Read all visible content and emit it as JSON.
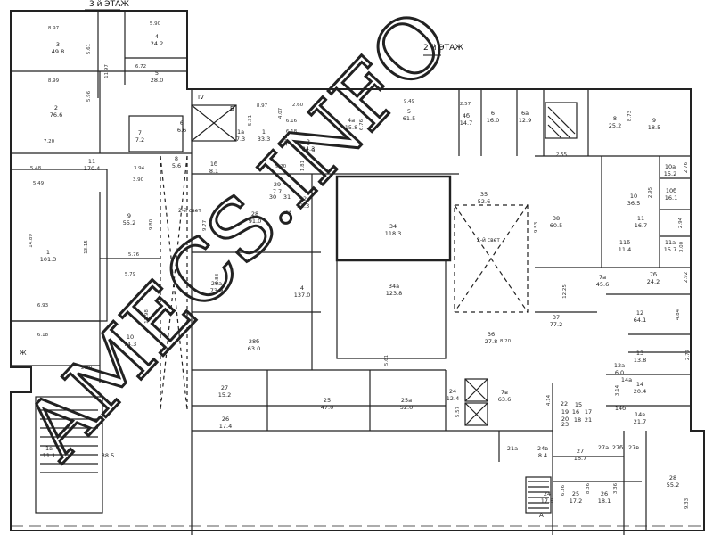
{
  "header": {
    "floor_3": "3 й  ЭТАЖ",
    "floor_2": "2 й  ЭТАЖ"
  },
  "watermark": {
    "text": "AMECS.INFO"
  },
  "markers": [
    "IV",
    "Б",
    "Ж",
    "А"
  ],
  "rooms": [
    {
      "num": "3",
      "area": "49.8"
    },
    {
      "num": "4",
      "area": "24.2"
    },
    {
      "num": "5",
      "area": "28.0"
    },
    {
      "num": "2",
      "area": "76.6"
    },
    {
      "num": "6",
      "area": "6.6"
    },
    {
      "num": "7",
      "area": "7.2"
    },
    {
      "num": "1а",
      "area": "7.3"
    },
    {
      "num": "1",
      "area": "33.3"
    },
    {
      "num": "2",
      "area": "24.3"
    },
    {
      "num": "3",
      "area": "14.9"
    },
    {
      "num": "4а",
      "area": "15.8"
    },
    {
      "num": "5",
      "area": "61.5"
    },
    {
      "num": "4б",
      "area": "14.7"
    },
    {
      "num": "6",
      "area": "16.0"
    },
    {
      "num": "6а",
      "area": "12.9"
    },
    {
      "num": "8",
      "area": "25.2"
    },
    {
      "num": "9",
      "area": "18.5"
    },
    {
      "num": "11",
      "area": "170.4"
    },
    {
      "num": "8",
      "area": "5.6"
    },
    {
      "num": "1б",
      "area": "8.1"
    },
    {
      "num": "29",
      "area": "7.7"
    },
    {
      "num": "30",
      "area": ""
    },
    {
      "num": "31",
      "area": ""
    },
    {
      "num": "32",
      "area": "11.3"
    },
    {
      "num": "33",
      "area": ""
    },
    {
      "num": "10а",
      "area": "15.2"
    },
    {
      "num": "10б",
      "area": "16.1"
    },
    {
      "num": "1",
      "area": "101.3"
    },
    {
      "num": "9",
      "area": "55.2"
    },
    {
      "num": "28",
      "area": "91.0"
    },
    {
      "num": "34",
      "area": "118.3"
    },
    {
      "num": "35",
      "area": "52.6"
    },
    {
      "num": "38",
      "area": "60.5"
    },
    {
      "num": "10",
      "area": "36.5"
    },
    {
      "num": "11",
      "area": "16.7"
    },
    {
      "num": "11б",
      "area": "11.4"
    },
    {
      "num": "11а",
      "area": "15.7"
    },
    {
      "num": "7б",
      "area": "24.2"
    },
    {
      "num": "7а",
      "area": "45.6"
    },
    {
      "num": "28а",
      "area": "73.9"
    },
    {
      "num": "4",
      "area": "137.0"
    },
    {
      "num": "34а",
      "area": "123.8"
    },
    {
      "num": "37",
      "area": "77.2"
    },
    {
      "num": "12",
      "area": "64.1"
    },
    {
      "num": "10",
      "area": "74.3"
    },
    {
      "num": "28б",
      "area": "63.0"
    },
    {
      "num": "36",
      "area": "27.8"
    },
    {
      "num": "13",
      "area": "13.8"
    },
    {
      "num": "12а",
      "area": "6.0"
    },
    {
      "num": "27",
      "area": "15.2"
    },
    {
      "num": "25",
      "area": "47.0"
    },
    {
      "num": "25а",
      "area": "52.0"
    },
    {
      "num": "24",
      "area": "12.4"
    },
    {
      "num": "7в",
      "area": "63.6"
    },
    {
      "num": "14",
      "area": "20.4"
    },
    {
      "num": "14а",
      "area": ""
    },
    {
      "num": "14б",
      "area": ""
    },
    {
      "num": "14в",
      "area": "21.7"
    },
    {
      "num": "22",
      "area": ""
    },
    {
      "num": "15",
      "area": ""
    },
    {
      "num": "16",
      "area": ""
    },
    {
      "num": "17",
      "area": ""
    },
    {
      "num": "18",
      "area": ""
    },
    {
      "num": "19",
      "area": ""
    },
    {
      "num": "20",
      "area": ""
    },
    {
      "num": "21",
      "area": ""
    },
    {
      "num": "23",
      "area": ""
    },
    {
      "num": "26",
      "area": "17.4"
    },
    {
      "num": "1в",
      "area": "11.1"
    },
    {
      "num": "",
      "area": "38.5"
    },
    {
      "num": "21а",
      "area": ""
    },
    {
      "num": "24в",
      "area": "8.4"
    },
    {
      "num": "27",
      "area": "16.7"
    },
    {
      "num": "27а",
      "area": ""
    },
    {
      "num": "27б",
      "area": ""
    },
    {
      "num": "27в",
      "area": ""
    },
    {
      "num": "28",
      "area": "55.2"
    },
    {
      "num": "24",
      "area": "17.8"
    },
    {
      "num": "25",
      "area": "17.2"
    },
    {
      "num": "26",
      "area": "18.1"
    }
  ],
  "voids": [
    "2-й свет",
    "2-й свет"
  ],
  "dims": [
    "8.97",
    "5.61",
    "5.90",
    "11.97",
    "6.72",
    "8.99",
    "5.96",
    "7.20",
    "8.97",
    "5.31",
    "4.07",
    "2.60",
    "6.16",
    "6.18",
    "1.92",
    "9.49",
    "2.57",
    "6.76",
    "8.73",
    "5.48",
    "3.94",
    "3.90",
    "5.49",
    "14.89",
    "13.15",
    "9.80",
    "9.77",
    "9.20",
    "1.81",
    "2.76",
    "2.95",
    "2.94",
    "3.00",
    "9.53",
    "12.25",
    "5.76",
    "5.79",
    "11.98",
    "6.93",
    "5.88",
    "2.92",
    "4.84",
    "6.18",
    "2.70",
    "5.61",
    "8.20",
    "2.77",
    "3.14",
    "5.57",
    "4.14",
    "6.36",
    "8.36",
    "3.36",
    "9.33",
    "2.55"
  ]
}
